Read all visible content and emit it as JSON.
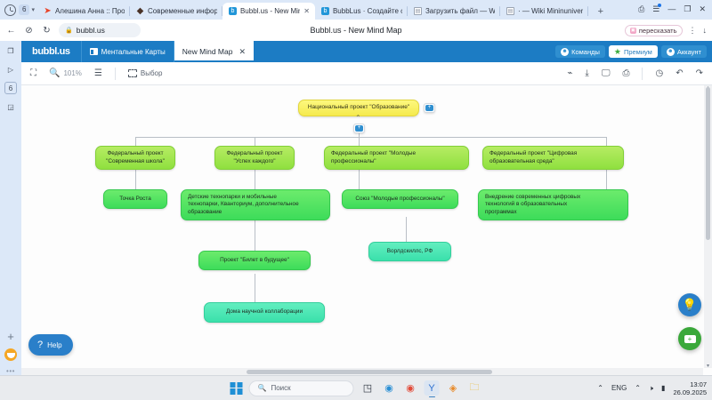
{
  "browser": {
    "tab_count": "6",
    "tabs": [
      {
        "title": "Алешина Анна :: Проф",
        "favicon": "pin-icon",
        "active": false
      },
      {
        "title": "Современные информ",
        "favicon": "drop-icon",
        "active": false
      },
      {
        "title": "Bubbl.us - New Mind",
        "favicon": "bubblus-icon",
        "active": true
      },
      {
        "title": "BubbLus · Создайте стр",
        "favicon": "bubblus-icon",
        "active": false
      },
      {
        "title": "Загрузить файл — Wiki",
        "favicon": "document-icon",
        "active": false
      },
      {
        "title": "· — Wiki Mininuniver",
        "favicon": "document-icon",
        "active": false
      }
    ],
    "new_tab_label": "+",
    "window_controls": {
      "minimize": "—",
      "maximize": "❐",
      "close": "✕"
    },
    "url": "bubbl.us",
    "page_title": "Bubbl.us - New Mind Map",
    "retell_label": "пересказать"
  },
  "app_header": {
    "brand": "bubbl.us",
    "menu_label": "Ментальные Карты",
    "doc_tab_label": "New Mind Map",
    "doc_tab_close": "✕",
    "buttons": [
      {
        "label": "Команды",
        "icon": "people-icon",
        "style": "blue"
      },
      {
        "label": "Премиум",
        "icon": "star-icon",
        "style": "white"
      },
      {
        "label": "Аккаунт",
        "icon": "user-icon",
        "style": "blue"
      }
    ]
  },
  "toolbar": {
    "fit_label": "fit-screen-icon",
    "zoom_value": "101%",
    "menu_icon": "hamburger-icon",
    "select_label": "Выбор",
    "right_icons": [
      "share-icon",
      "download-icon",
      "present-icon",
      "print-icon",
      "history-icon",
      "undo-icon",
      "redo-icon"
    ]
  },
  "mindmap": {
    "root": "Национальный проект \"Образование\"",
    "nodes": [
      "Федеральный проект\n\"Современная школа\"",
      "Федеральный проект\n\"Успех каждого\"",
      "Федеральный проект \"Молодые\nпрофессионалы\"",
      "Федеральный проект \"Цифровая\nобразовательная среда\"",
      "Точка Роста",
      "Детские технопарки и мобильные\nтехнопарки, Кванториум, дополнительное\nобразование",
      "Союз \"Молодые профессионалы\"",
      "Внедрение современных цифровых\nтехнологий в образовательных\nпрограммах",
      "Проект \"Билет в будущее\"",
      "Ворлдскиллс, РФ",
      "Дома научной коллаборации"
    ],
    "add_button": "+",
    "colors": {
      "root": "#f5ea4e",
      "lime": "#8fe03f",
      "green": "#3ddc5a",
      "mint": "#3ae0ab",
      "connector": "#b9bfc6"
    }
  },
  "floating": {
    "help_label": "Help",
    "help_icon": "question-icon",
    "tip_icon": "lightbulb-icon",
    "add_icon": "add-node-icon"
  },
  "taskbar": {
    "search_placeholder": "Поиск",
    "apps": [
      "start-icon",
      "edge-icon",
      "chrome-icon",
      "yandex-icon",
      "compass-icon",
      "folder-icon"
    ],
    "tray": {
      "chevron": "⌃",
      "language": "ENG",
      "wifi": "wifi-icon",
      "volume": "mute-icon",
      "battery": "battery-icon"
    },
    "time": "13:07",
    "date": "26.09.2025"
  }
}
